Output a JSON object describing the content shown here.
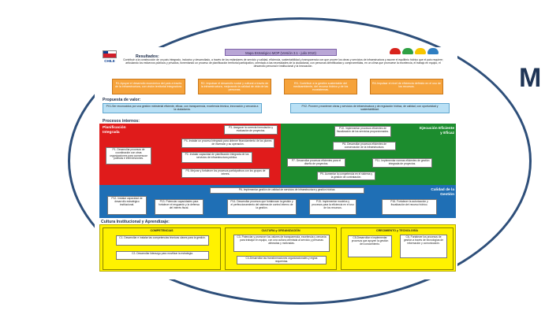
{
  "title_bar": "Mapa Estratégico MOP (Versión 3.1 - julio 2010)",
  "logo_text": "CHILE",
  "side_letter": "M",
  "resultados": {
    "label": "Resultados:",
    "text": "Contribuir a la construcción de un país integrado, inclusivo y desarrollado, a través de los estándares de servicio y calidad, eficiencia, sustentabilidad y transparencia con que provee los obras y servicios de infraestructura y asume el equilibrio hídrico que el país requiere; articulando los esfuerzos públicos y privados, fomentando un proceso de planificación territorial participativo, orientado a las necesidades de la ciudadanía, con personas identificadas y comprometidas, en un clima que promueve la excelencia, el trabajo en equipo, el desarrollo personal e institucional y la innovación.",
    "boxes": [
      "R1-Apoyar el desarrollo económico del país a través de la infraestructura, con visión territorial integradora.",
      "R2- Impulsar el desarrollo social y cultural a través de la infraestructura, mejorando la calidad de vida de las personas.",
      "R3- Contribuir a la gestión sustentable del medioambiente, del recurso hídrico y de los ecosistemas.",
      "R4-Impulsar el nivel de eficiencia definido en el uso de los recursos."
    ]
  },
  "propuesta": {
    "label": "Propuesta de valor:",
    "boxes": [
      "PV1-Ser reconocidos por una gestión ministerial eficiente, eficaz, con transparencia, excelencia técnica, innovación y cercanía a la ciudadanía.",
      "PV2- Proveer y mantener obras y servicios de infraestructura y de regulación hídrica, de calidad, con oportunidad y sustentabilidad."
    ]
  },
  "procesos": {
    "label": "Procesos internos:",
    "zones": {
      "planificacion": "Planificación Integrada",
      "ejecucion": "Ejecución Eficiente y Eficaz",
      "calidad": "Calidad de la Gestión"
    },
    "boxes": {
      "p1": "P1- Desarrollar procesos de coordinación con otras organizaciones para consensuar políticas e intervenciones.",
      "p2": "P2- Instalar capacidad de planificación integrada de los servicios de infraestructura pública.",
      "p3": "P3- Asegurar la correcta formulación y evaluación de proyectos.",
      "p4": "P4- Instalar un proceso integrado para obtener financiamiento de los planes de inversión y su operación.",
      "p5": "P5- Mejorar y fortalecer los procesos participativos con los grupos de interés.",
      "p6": "P6- Implementar gestión de calidad de servicios de infraestructura y gestión hídrica.",
      "p7": "P7- Desarrollar procesos eficientes para el diseño de proyectos.",
      "p8": "P8- Desarrollar procesos eficientes de conservación de la infraestructura.",
      "p9": "P9- Aumentar la competencia en el sistema y la gestión de contratación.",
      "p10": "P10- Implementar procesos eficientes de fiscalización de los servicios proporcionados.",
      "p11": "P11- Implementar normas eficientes de gestión integrada de proyectos.",
      "p12": "P12- Instalar capacidad de desarrollo estratégico institucional.",
      "p13": "P13- Potenciar capacidades para fortalecer el resguardo y la defensa del interés fiscal.",
      "p14": "P14- Desarrollar procesos que fortalezcan la gestión y el perfeccionamiento del sistema de control interno de la gestión.",
      "p15": "P15- Implementar modelos y procesos para la eficiencia en el uso de los recursos.",
      "p16": "P16- Fortalecer la autorización y fiscalización del recurso hídrico."
    }
  },
  "cultura": {
    "label": "Cultura Institucional y Aprendizaje:",
    "cols": [
      {
        "head": "COMPETENCIAS",
        "boxes": [
          "C1- Desarrollar e instalar las competencias técnicas claves para la gestión.",
          "C2- Desarrollar liderazgo para movilizar la estrategia."
        ]
      },
      {
        "head": "CULTURA y ORGANIZACIÓN",
        "boxes": [
          "C3- Potenciar y promover los valores de transparencia, excelencia y cercanía para trabajar en equipo, con una cultura orientada al servicio y personas alineadas y motivadas.",
          "C4-Desarrollar las transformaciones organizacionales y reglas requeridas."
        ]
      },
      {
        "head": "CRECIMIENTO y TECNOLOGÍA",
        "boxes": [
          "C5-Desarrollar e implementar procesos que apoyen la gestión del conocimiento.",
          "C6- Fortalecer los procesos de gestión a través de tecnologías de información y comunicación."
        ]
      }
    ]
  },
  "colors": {
    "border": "#2e4f7a",
    "planificacion": "#e01b1b",
    "ejecucion": "#1c8c2e",
    "calidad": "#1f6fb5",
    "cultura": "#fff200",
    "resultado_box": "#f6a33b",
    "valor_box": "#b9e0f5",
    "title_bar": "#b9a6d6",
    "header_dots": [
      "#d8231c",
      "#2ea043",
      "#f7c600",
      "#2f7ec1"
    ]
  }
}
